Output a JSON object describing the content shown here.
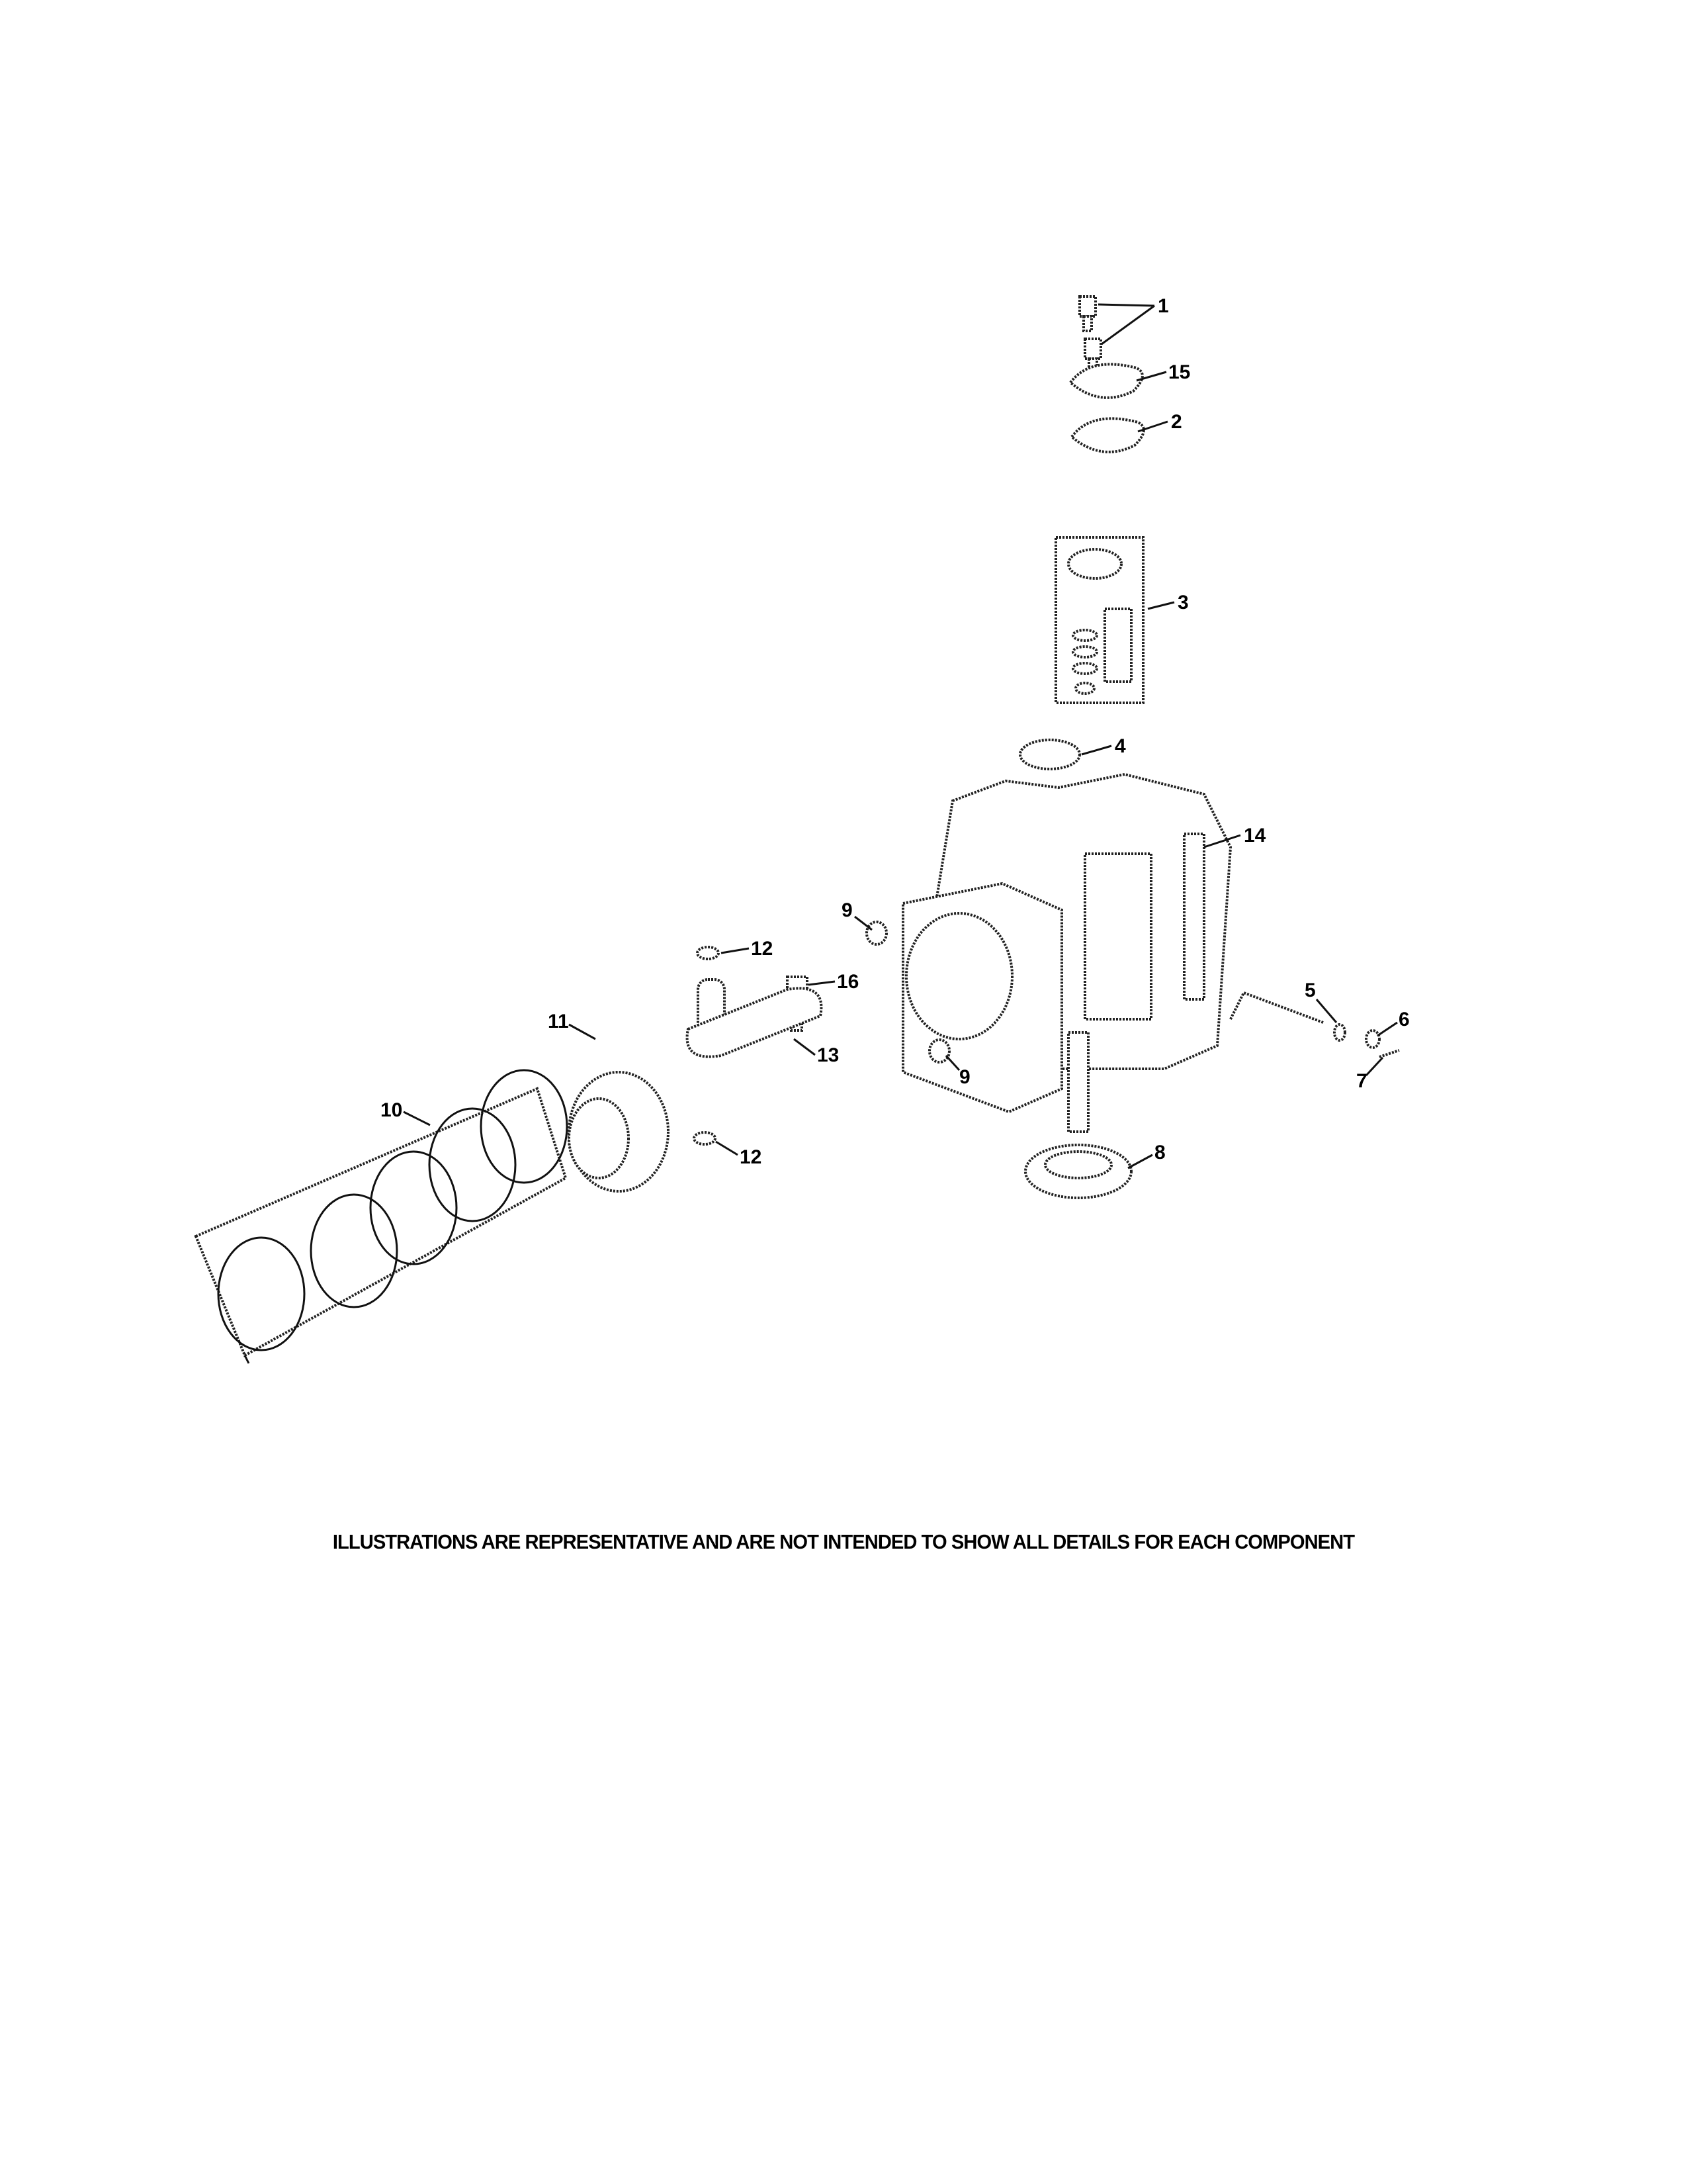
{
  "labels": {
    "p1": "1",
    "p2": "2",
    "p3": "3",
    "p4": "4",
    "p5": "5",
    "p6": "6",
    "p7": "7",
    "p8": "8",
    "p9a": "9",
    "p9b": "9",
    "p10": "10",
    "p11": "11",
    "p12a": "12",
    "p12b": "12",
    "p13": "13",
    "p14": "14",
    "p15": "15",
    "p16": "16"
  },
  "footer": "ILLUSTRATIONS ARE REPRESENTATIVE AND ARE NOT INTENDED TO SHOW ALL DETAILS FOR EACH COMPONENT"
}
